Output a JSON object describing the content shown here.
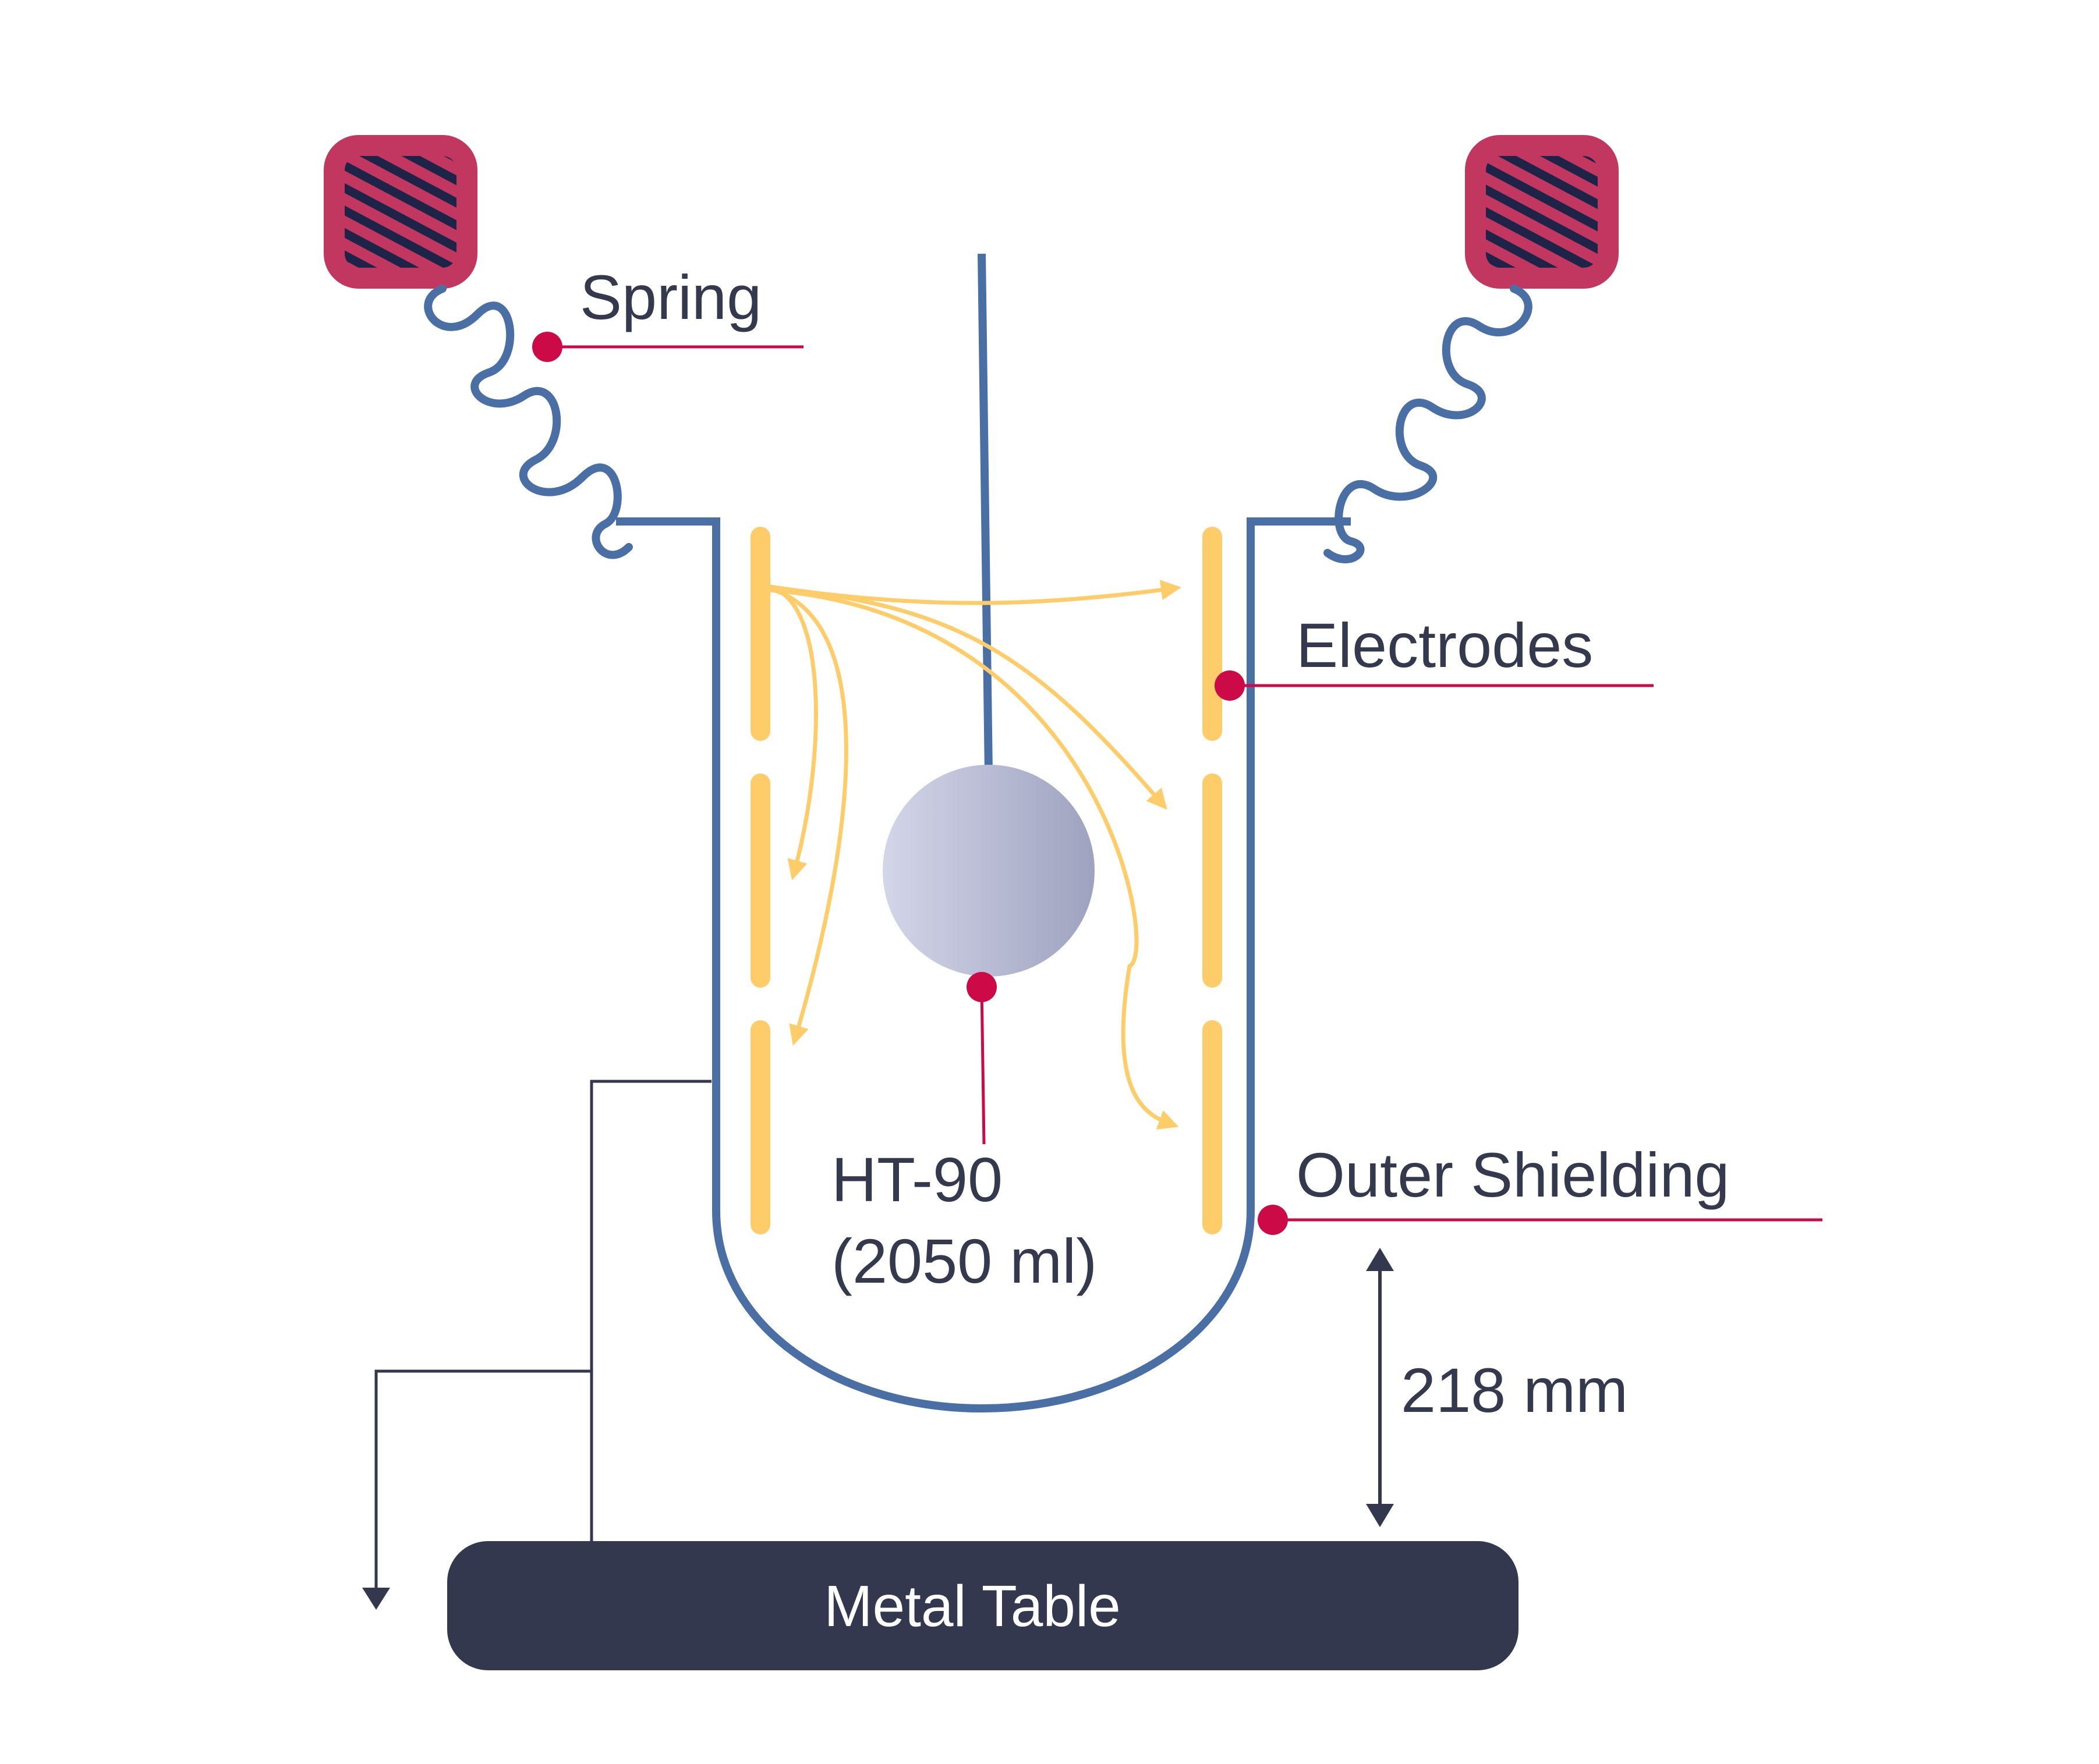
{
  "labels": {
    "spring": "Spring",
    "electrodes": "Electrodes",
    "outer_shielding": "Outer Shielding",
    "sample_name": "HT-90",
    "sample_volume": "(2050 ml)",
    "distance": "218 mm",
    "table": "Metal Table"
  },
  "colors": {
    "vessel": "#4a6fa5",
    "electrode": "#fecd6a",
    "field_line": "#fecd6a",
    "callout": "#cc0a48",
    "mount_fill": "#c2375f",
    "mount_hatch": "#1e2448",
    "table": "#33384e",
    "ground_wire": "#33384e",
    "sphere_light": "#d3d6e9",
    "sphere_dark": "#9fa2bf"
  }
}
